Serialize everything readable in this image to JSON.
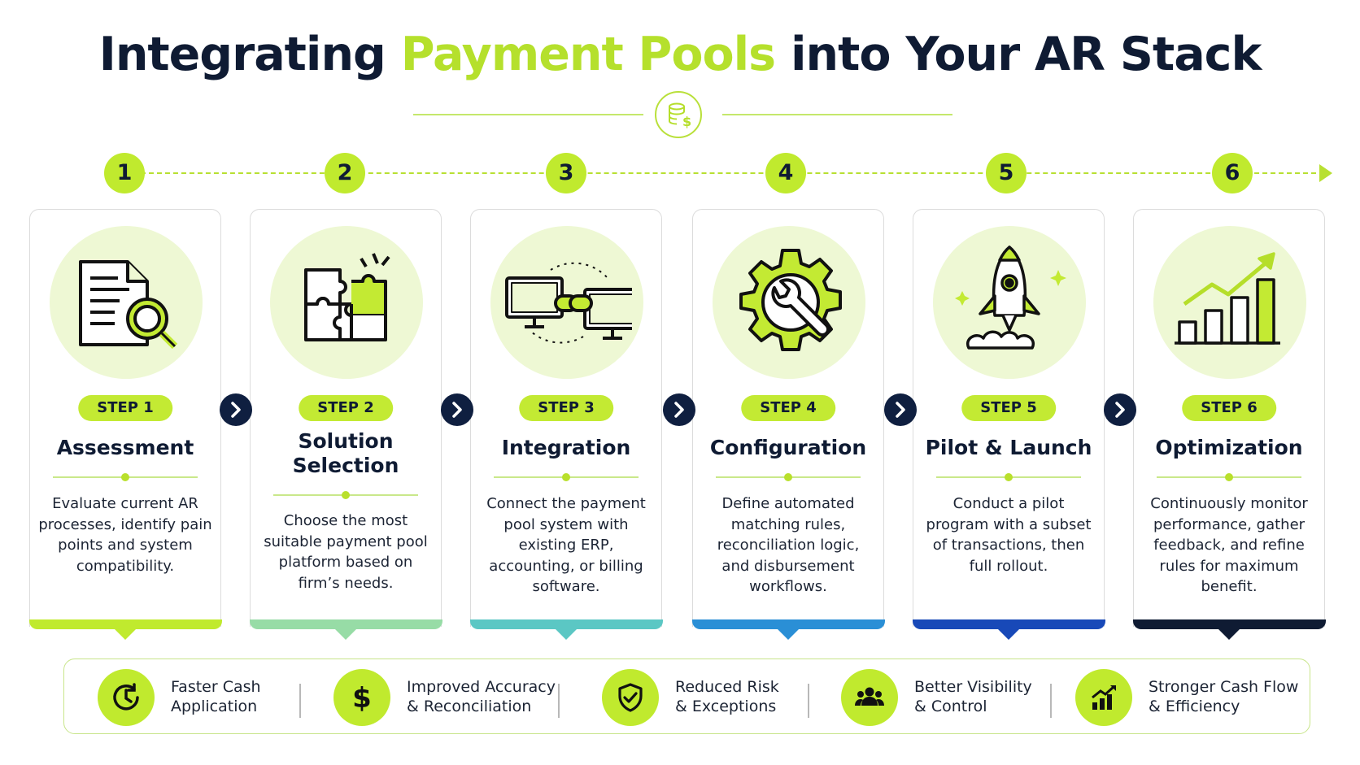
{
  "title": {
    "prefix": "Integrating ",
    "highlight": "Payment Pools",
    "suffix": " into Your AR Stack"
  },
  "colors": {
    "accent": "#c0ea2e",
    "navy": "#0f1b33",
    "card_bars": [
      "#c0ea2e",
      "#97dca6",
      "#5bc7c4",
      "#2a8fd6",
      "#1849b8",
      "#0f1b33"
    ]
  },
  "steps": [
    {
      "number": "1",
      "pill": "STEP 1",
      "title": "Assessment",
      "icon": "document-search-icon",
      "description": "Evaluate current AR processes, identify pain points and system compatibility."
    },
    {
      "number": "2",
      "pill": "STEP 2",
      "title": "Solution Selection",
      "icon": "puzzle-icon",
      "description": "Choose the most suitable payment pool platform based on firm’s needs."
    },
    {
      "number": "3",
      "pill": "STEP 3",
      "title": "Integration",
      "icon": "linked-computers-icon",
      "description": "Connect the payment pool system with existing ERP, accounting, or billing software."
    },
    {
      "number": "4",
      "pill": "STEP 4",
      "title": "Configuration",
      "icon": "gear-wrench-icon",
      "description": "Define automated matching rules, reconciliation logic, and disbursement workflows."
    },
    {
      "number": "5",
      "pill": "STEP 5",
      "title": "Pilot & Launch",
      "icon": "rocket-icon",
      "description": "Conduct a pilot program with a subset of transactions, then full rollout."
    },
    {
      "number": "6",
      "pill": "STEP 6",
      "title": "Optimization",
      "icon": "growth-chart-icon",
      "description": "Continuously monitor performance, gather feedback, and refine rules for maximum benefit."
    }
  ],
  "benefits": [
    {
      "line1": "Faster Cash",
      "line2": "Application",
      "icon": "clock-icon"
    },
    {
      "line1": "Improved Accuracy",
      "line2": "& Reconciliation",
      "icon": "dollar-icon"
    },
    {
      "line1": "Reduced Risk",
      "line2": "& Exceptions",
      "icon": "shield-check-icon"
    },
    {
      "line1": "Better Visibility",
      "line2": "& Control",
      "icon": "people-icon"
    },
    {
      "line1": "Stronger Cash Flow",
      "line2": "& Efficiency",
      "icon": "bar-chart-icon"
    }
  ]
}
